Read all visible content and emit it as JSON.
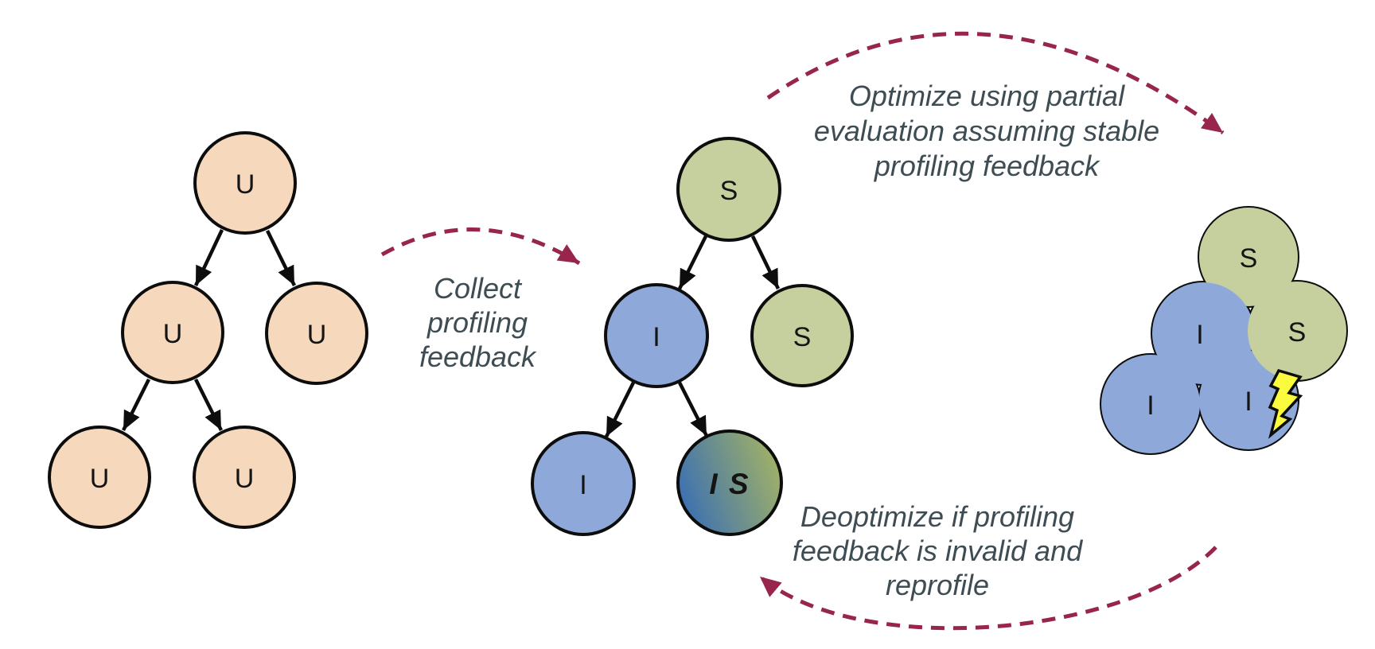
{
  "figure": {
    "description_labels": {
      "unoptimized_node": "U",
      "stable_node": "S",
      "instrumented_node": "I",
      "mixed_node": "I S"
    }
  },
  "trees": {
    "unoptimized": {
      "nodes": [
        {
          "label": "U"
        },
        {
          "label": "U"
        },
        {
          "label": "U"
        },
        {
          "label": "U"
        },
        {
          "label": "U"
        }
      ]
    },
    "profiled": {
      "nodes": [
        {
          "label": "S"
        },
        {
          "label": "I"
        },
        {
          "label": "S"
        },
        {
          "label": "I"
        },
        {
          "label": "I S"
        }
      ]
    },
    "optimized": {
      "nodes": [
        {
          "label": "S"
        },
        {
          "label": "I"
        },
        {
          "label": "S"
        },
        {
          "label": "I"
        },
        {
          "label": "I"
        }
      ]
    }
  },
  "annotations": {
    "collect": {
      "lines": [
        "Collect",
        "profiling",
        "feedback"
      ]
    },
    "optimize": {
      "lines": [
        "Optimize using partial",
        "evaluation assuming stable",
        "profiling feedback"
      ]
    },
    "deoptimize": {
      "lines": [
        "Deoptimize if profiling",
        "feedback is invalid and",
        "reprofile"
      ]
    }
  },
  "icons": {
    "deopt_flash": "lightning-bolt"
  },
  "colors": {
    "unoptimized_fill": "#f6d9bc",
    "stable_fill": "#c5d09e",
    "instrumented_fill": "#8ea9d9",
    "gradient_blue": "#3a6fb3",
    "gradient_green": "#a2b266",
    "node_stroke": "#0d0d0d",
    "edge_black": "#0d0d0d",
    "arrow_maroon": "#97254c",
    "annotation_text": "#3e4c53",
    "bolt_yellow": "#fafb3f"
  }
}
